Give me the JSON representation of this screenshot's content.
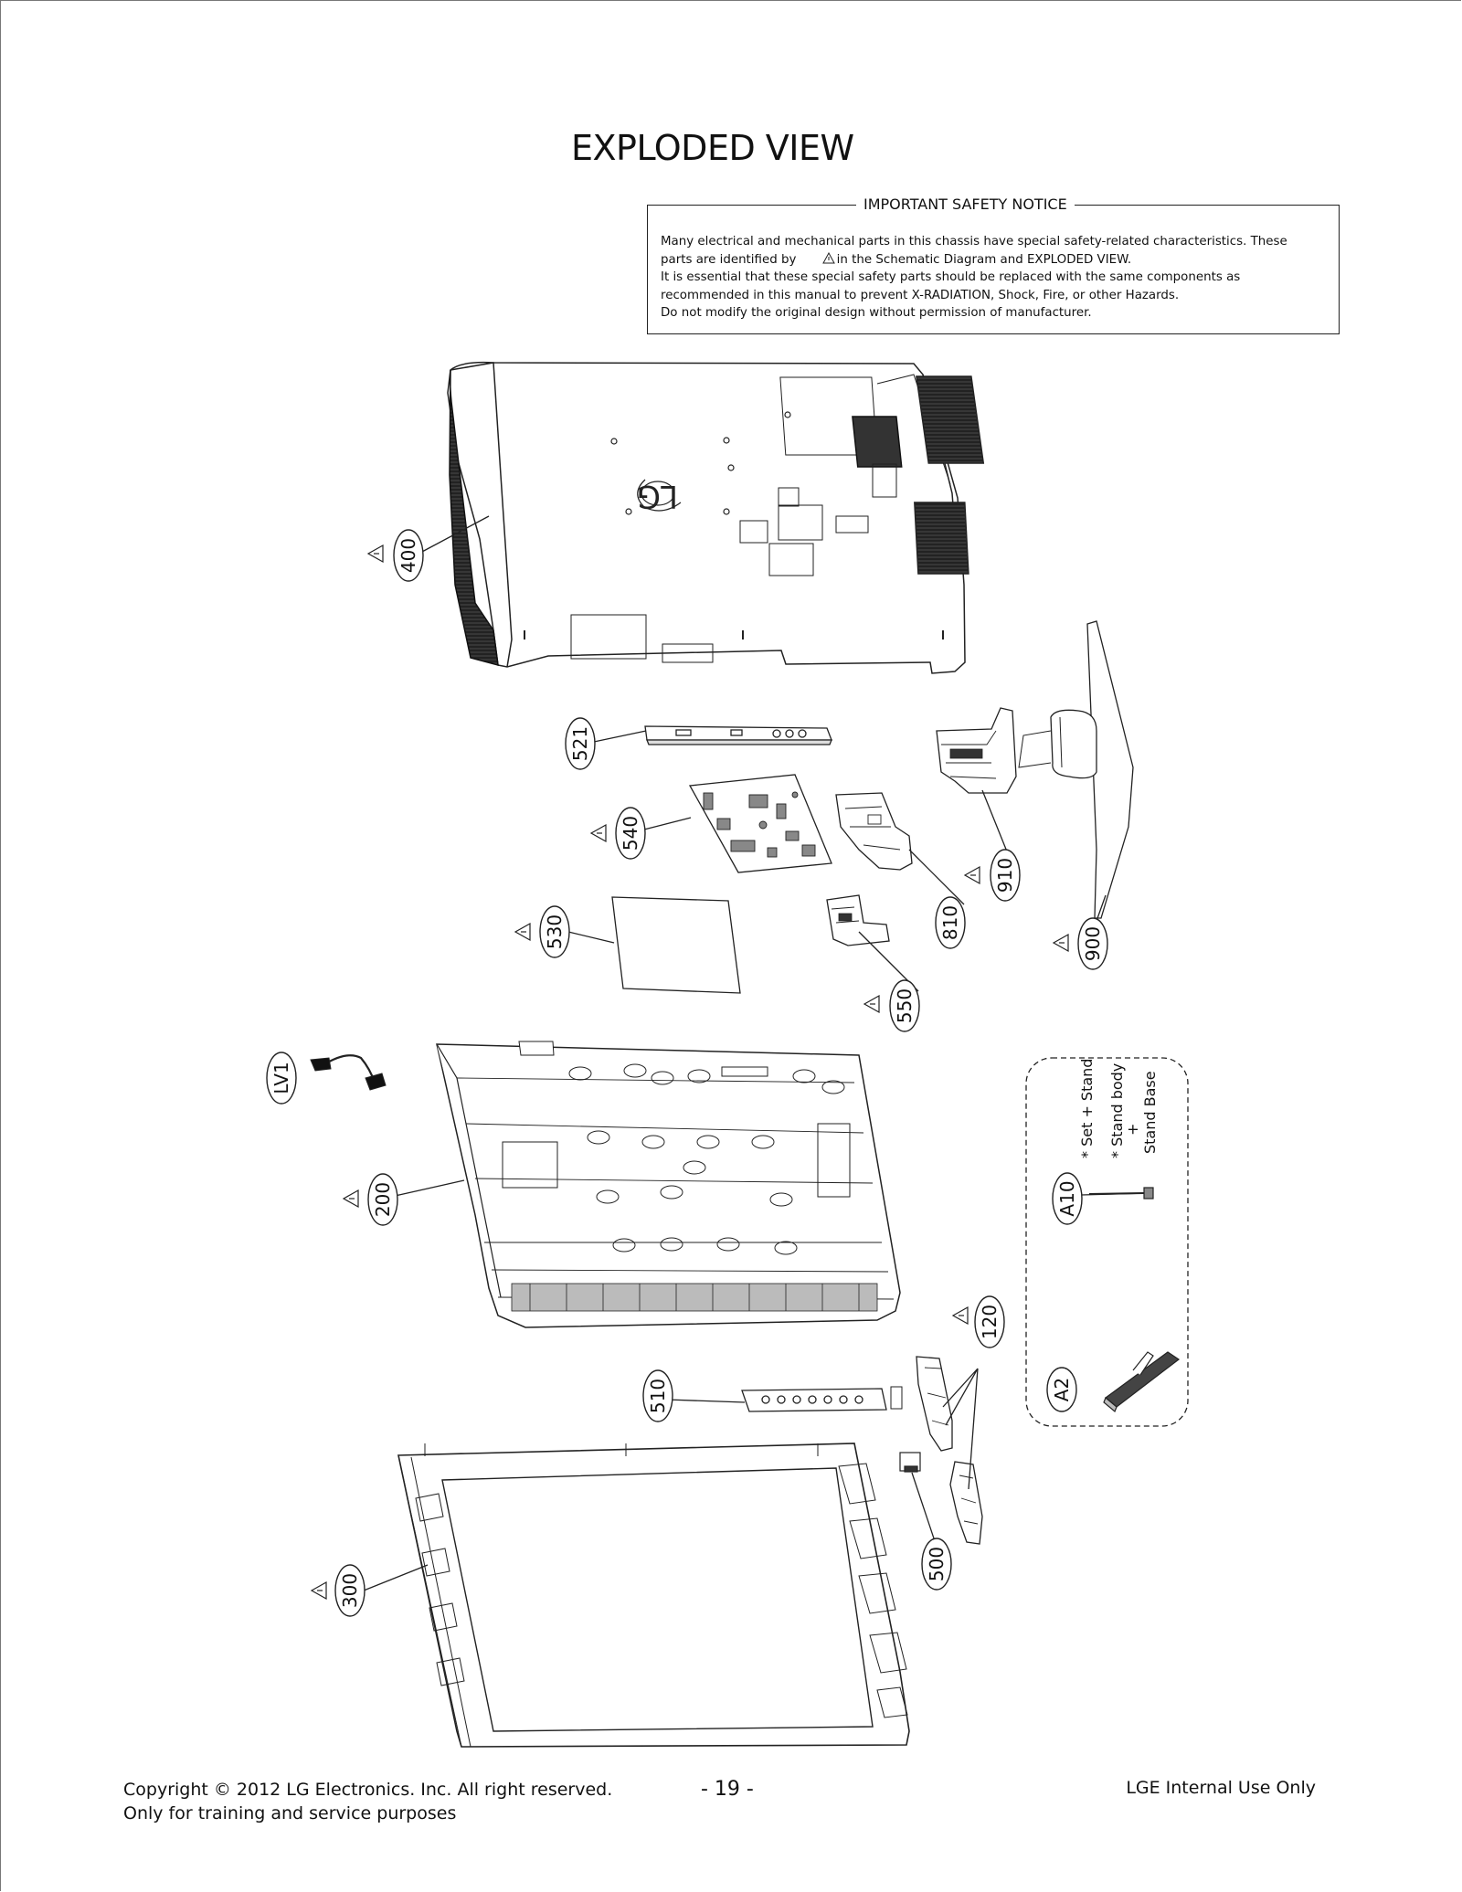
{
  "page": {
    "title": "EXPLODED VIEW"
  },
  "notice": {
    "heading": "IMPORTANT SAFETY NOTICE",
    "line1": "Many electrical and mechanical parts in this chassis have special safety-related characteristics. These",
    "line2a": "parts are identified by",
    "line2b": "in the Schematic Diagram and EXPLODED VIEW.",
    "line3": "It is essential that these special safety parts should be replaced with the same components as",
    "line4": "recommended in this manual to prevent X-RADIATION, Shock, Fire, or other Hazards.",
    "line5": "Do not modify the original design without permission of manufacturer."
  },
  "callouts": {
    "c400": "400",
    "c521": "521",
    "c540": "540",
    "c530": "530",
    "c550": "550",
    "c810": "810",
    "c910": "910",
    "c900": "900",
    "lv1": "LV1",
    "c200": "200",
    "c120": "120",
    "c510": "510",
    "c500": "500",
    "c300": "300",
    "a10": "A10",
    "a2": "A2"
  },
  "legend": {
    "line1": "* Set + Stand",
    "line2": "* Stand body",
    "line3": "+",
    "line4": "Stand Base"
  },
  "logo": "LG",
  "footer": {
    "copyright": "Copyright  © 2012 LG Electronics. Inc. All right reserved.",
    "training": "Only for training and service purposes",
    "page_number": "- 19 -",
    "internal": "LGE Internal Use Only"
  }
}
